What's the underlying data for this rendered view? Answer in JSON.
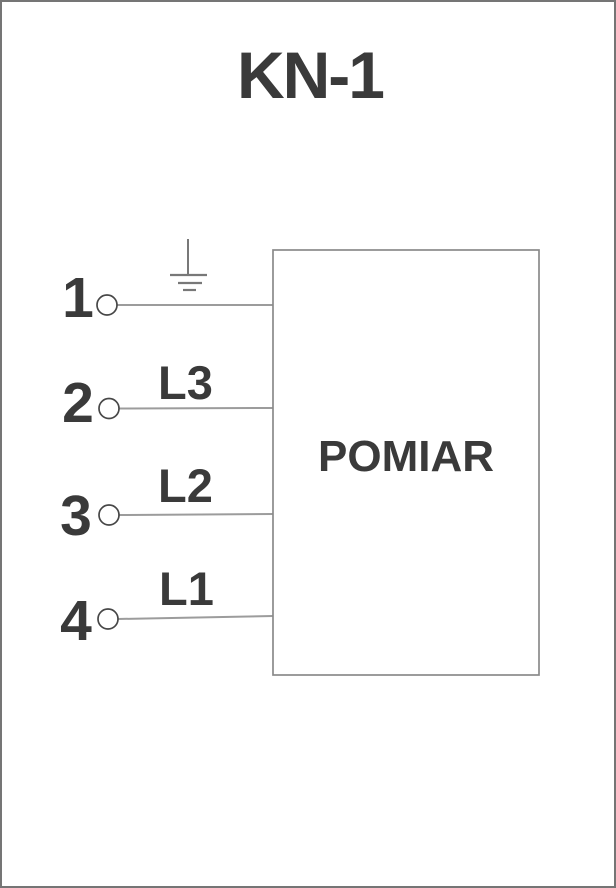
{
  "title": "KN-1",
  "diagram": {
    "box_label": "POMIAR",
    "terminals": [
      {
        "number": "1",
        "label": ""
      },
      {
        "number": "2",
        "label": "L3"
      },
      {
        "number": "3",
        "label": "L2"
      },
      {
        "number": "4",
        "label": "L1"
      }
    ],
    "icons": {
      "terminal_1_symbol": "earth-ground"
    },
    "colors": {
      "background": "#ffffff",
      "page_border": "#757575",
      "text": "#3a3a3a",
      "wire": "#9c9c9c",
      "box_border": "#8a8a8a",
      "terminal_circle": "#474747",
      "ground_symbol": "#787878"
    }
  }
}
